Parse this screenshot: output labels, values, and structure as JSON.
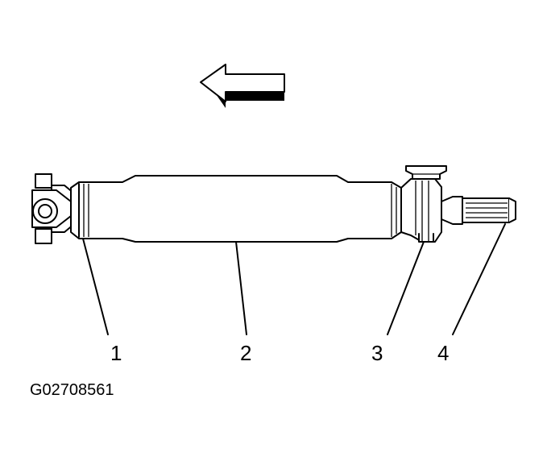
{
  "diagram": {
    "callouts": [
      "1",
      "2",
      "3",
      "4"
    ],
    "figure_id": "G02708561",
    "arrow_direction": "left"
  },
  "colors": {
    "line": "#000000",
    "background": "#ffffff"
  }
}
